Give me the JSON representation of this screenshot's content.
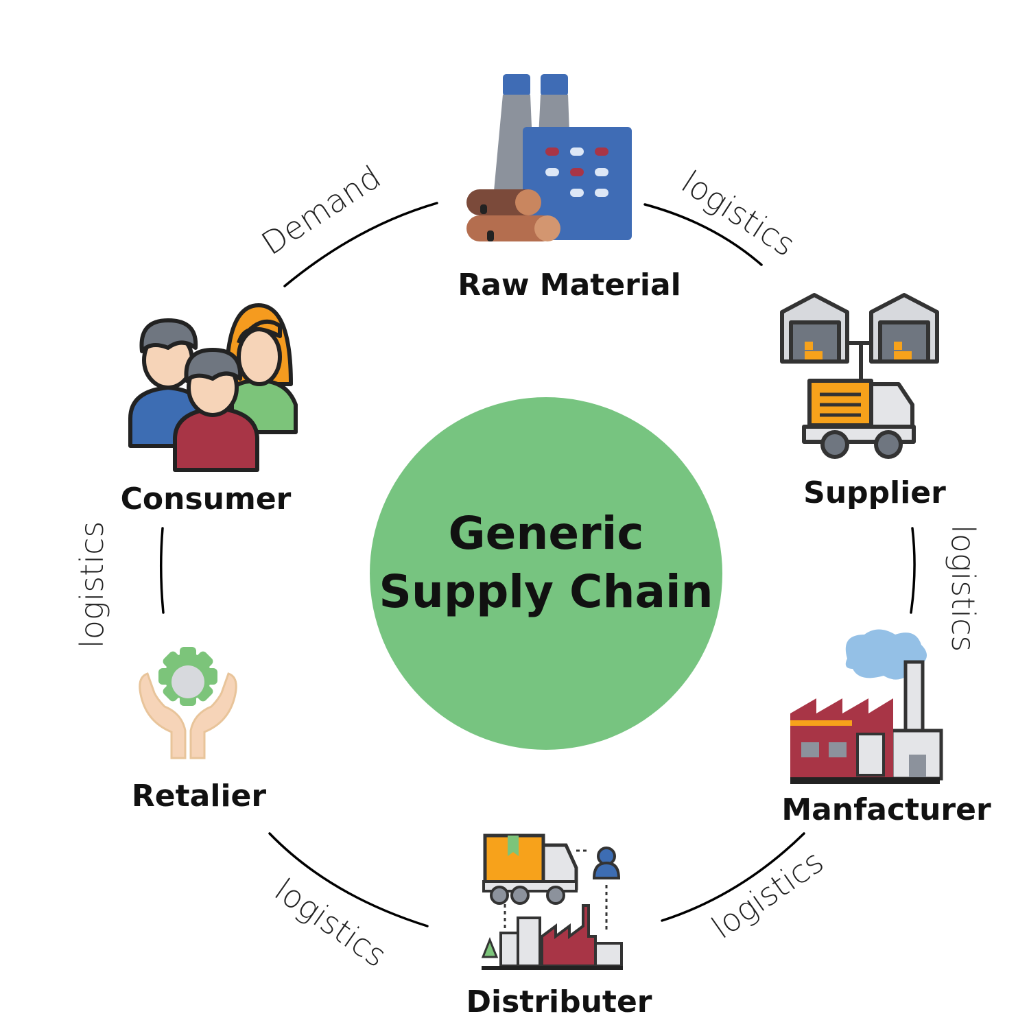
{
  "center": {
    "line1": "Generic",
    "line2": "Supply Chain",
    "color": "#77c480"
  },
  "nodes": [
    {
      "id": "raw-material",
      "label": "Raw Material",
      "icon": "factory-logs-icon"
    },
    {
      "id": "supplier",
      "label": "Supplier",
      "icon": "warehouse-truck-icon"
    },
    {
      "id": "manufacturer",
      "label": "Manfacturer",
      "icon": "smoking-factory-icon"
    },
    {
      "id": "distributer",
      "label": "Distributer",
      "icon": "delivery-truck-city-icon"
    },
    {
      "id": "retailer",
      "label": "Retalier",
      "icon": "hands-gear-icon"
    },
    {
      "id": "consumer",
      "label": "Consumer",
      "icon": "people-group-icon"
    }
  ],
  "edges": [
    {
      "from": "raw-material",
      "to": "supplier",
      "label": "logistics"
    },
    {
      "from": "supplier",
      "to": "manufacturer",
      "label": "logistics"
    },
    {
      "from": "manufacturer",
      "to": "distributer",
      "label": "logistics"
    },
    {
      "from": "distributer",
      "to": "retailer",
      "label": "logistics"
    },
    {
      "from": "retailer",
      "to": "consumer",
      "label": "logistics"
    },
    {
      "from": "consumer",
      "to": "raw-material",
      "label": "Demand"
    }
  ],
  "colors": {
    "factory_blue": "#3f6cb5",
    "chimney_gray": "#8c929c",
    "log_brown": "#7b4a3a",
    "log_light": "#c9865f",
    "truck_orange": "#f7a21b",
    "factory_red": "#a83546",
    "smoke_blue": "#94c0e6",
    "gear_green": "#7cc47a",
    "skin": "#f6d4b8",
    "shirt_blue": "#3d6db3",
    "shirt_green": "#7cc47a",
    "hair_orange": "#f59b1f",
    "outline": "#333333"
  }
}
